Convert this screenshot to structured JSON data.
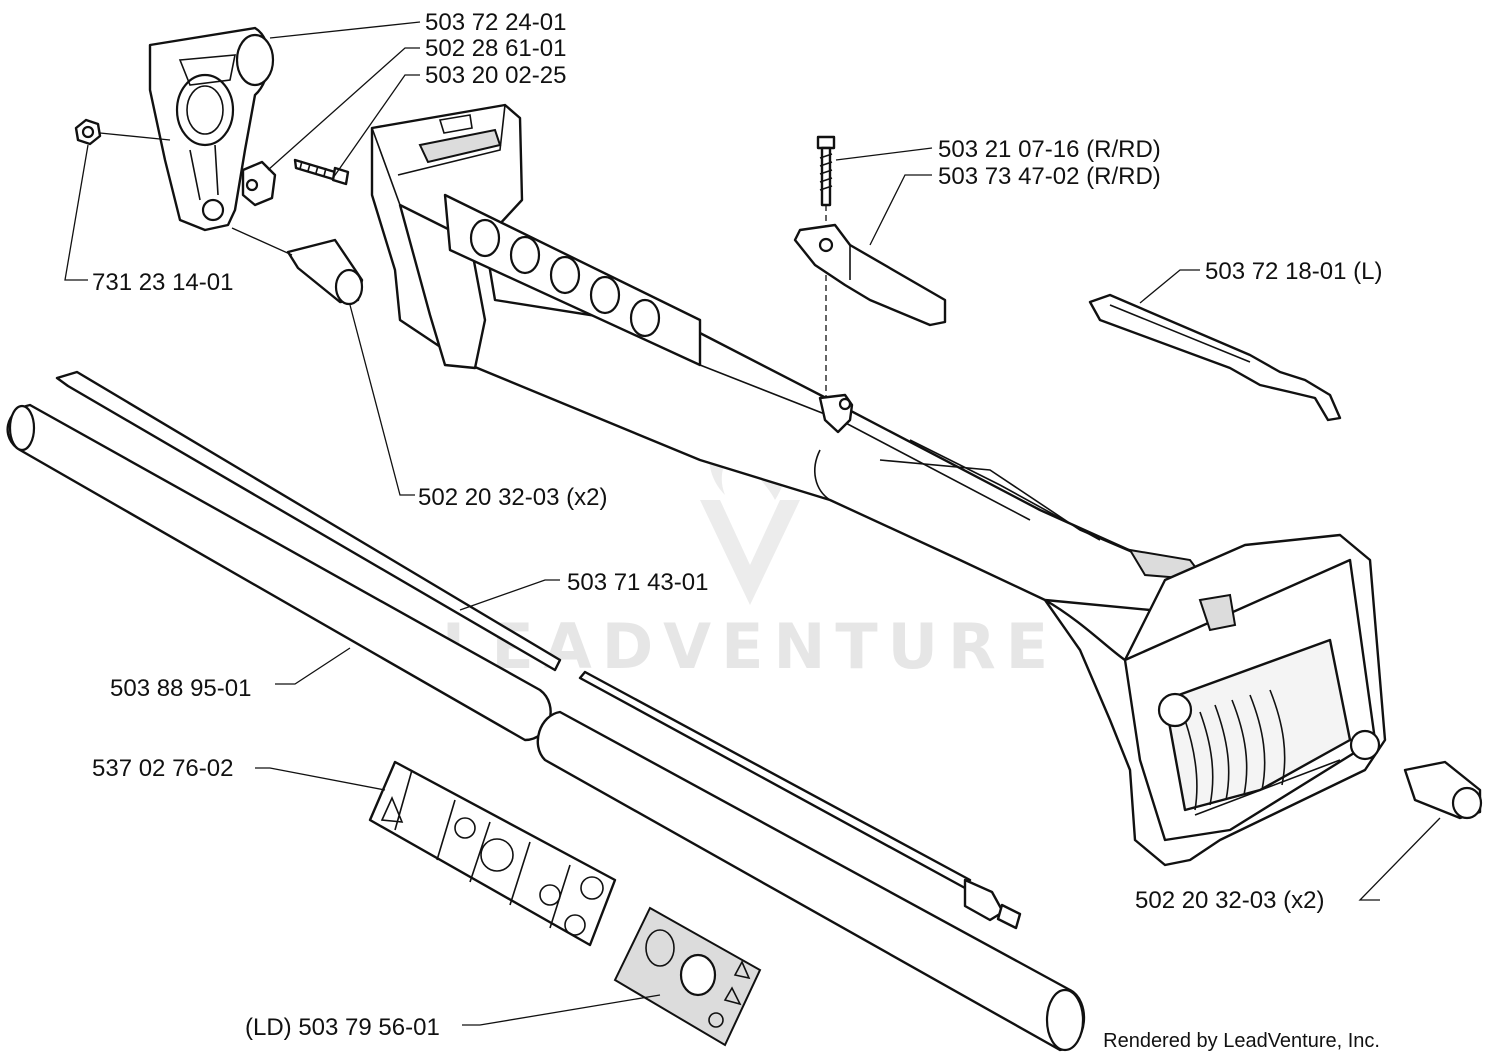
{
  "callouts": {
    "handle_bracket": "503 72 24-01",
    "clamp": "502 28 61-01",
    "screw_small": "503 20 02-25",
    "nut": "731 23 14-01",
    "grip_cap_left": "502 20 32-03 (x2)",
    "screw_rrd": "503 21 07-16 (R/RD)",
    "throttle_rrd": "503 73 47-02 (R/RD)",
    "lever_l": "503 72 18-01 (L)",
    "drive_shaft": "503 71 43-01",
    "shaft_tube": "503 88 95-01",
    "decal_warning": "537 02 76-02",
    "decal_ld": "(LD) 503 79 56-01",
    "grip_cap_right": "502 20 32-03 (x2)"
  },
  "watermark": "LEADVENTURE",
  "footer": "Rendered by LeadVenture, Inc."
}
